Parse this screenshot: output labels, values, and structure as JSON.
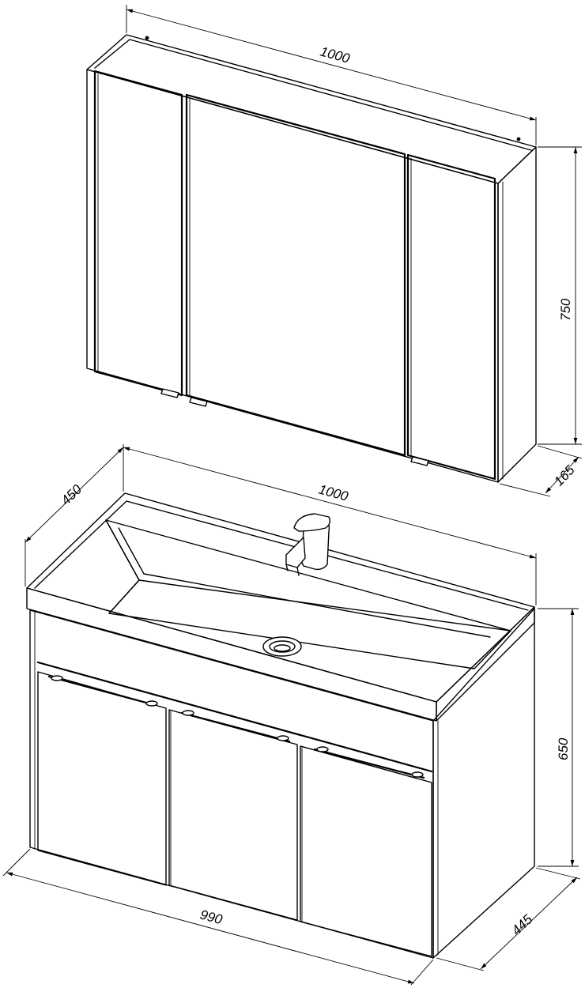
{
  "dimensions": {
    "mirror_cabinet": {
      "width": "1000",
      "height": "750",
      "depth": "165"
    },
    "vanity": {
      "top_width": "1000",
      "top_depth": "450",
      "height": "650",
      "body_width": "990",
      "body_depth": "445"
    }
  }
}
